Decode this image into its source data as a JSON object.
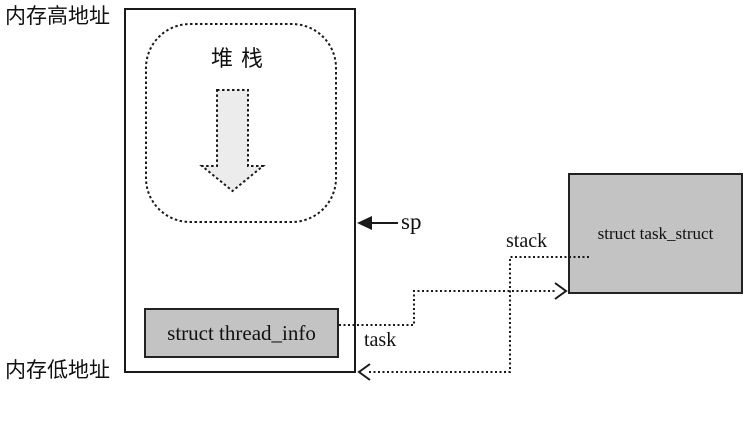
{
  "labels": {
    "memory_high": "内存高地址",
    "memory_low": "内存低地址",
    "stack_region": "堆栈",
    "sp": "sp",
    "task_pointer": "task",
    "stack_pointer": "stack"
  },
  "boxes": {
    "thread_info": "struct thread_info",
    "task_struct": "struct task_struct"
  },
  "colors": {
    "background": "#ffffff",
    "line": "#1a1a1a",
    "struct_box_fill": "#c3c3c3",
    "struct_box_border": "#222222",
    "growth_arrow_fill": "#ececec"
  },
  "icons": {
    "stack_growth_arrow": "dotted-down-arrow",
    "sp_arrow": "solid-left-arrow",
    "task_link_arrow": "dotted-right-chevron-arrow",
    "stack_link_arrow": "dotted-left-chevron-arrow"
  }
}
